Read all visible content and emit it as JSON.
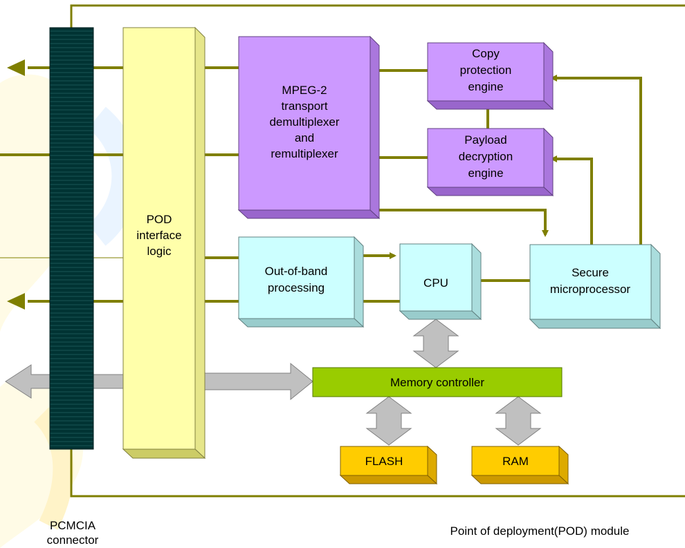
{
  "blocks": {
    "mpeg": [
      "MPEG-2",
      "transport",
      "demultiplexer",
      "and",
      "remultiplexer"
    ],
    "copy": [
      "Copy",
      "protection",
      "engine"
    ],
    "payload": [
      "Payload",
      "decryption",
      "engine"
    ],
    "pod": [
      "POD",
      "interface",
      "logic"
    ],
    "oob": [
      "Out-of-band",
      "processing"
    ],
    "cpu": [
      "CPU"
    ],
    "secure": [
      "Secure",
      "microprocessor"
    ],
    "memctrl": [
      "Memory controller"
    ],
    "flash": [
      "FLASH"
    ],
    "ram": [
      "RAM"
    ]
  },
  "captions": {
    "pcmcia": "PCMCIA connector",
    "module": "Point of deployment(POD) module"
  },
  "colors": {
    "line": "#7f7f00",
    "connector": "#003333",
    "pod": "#ffffaa",
    "mpeg": "#cc99ff",
    "oob": "#ccffff",
    "memctrl": "#99cc00",
    "storage": "#ffcc00",
    "arrow_gray": "#c0c0c0"
  }
}
